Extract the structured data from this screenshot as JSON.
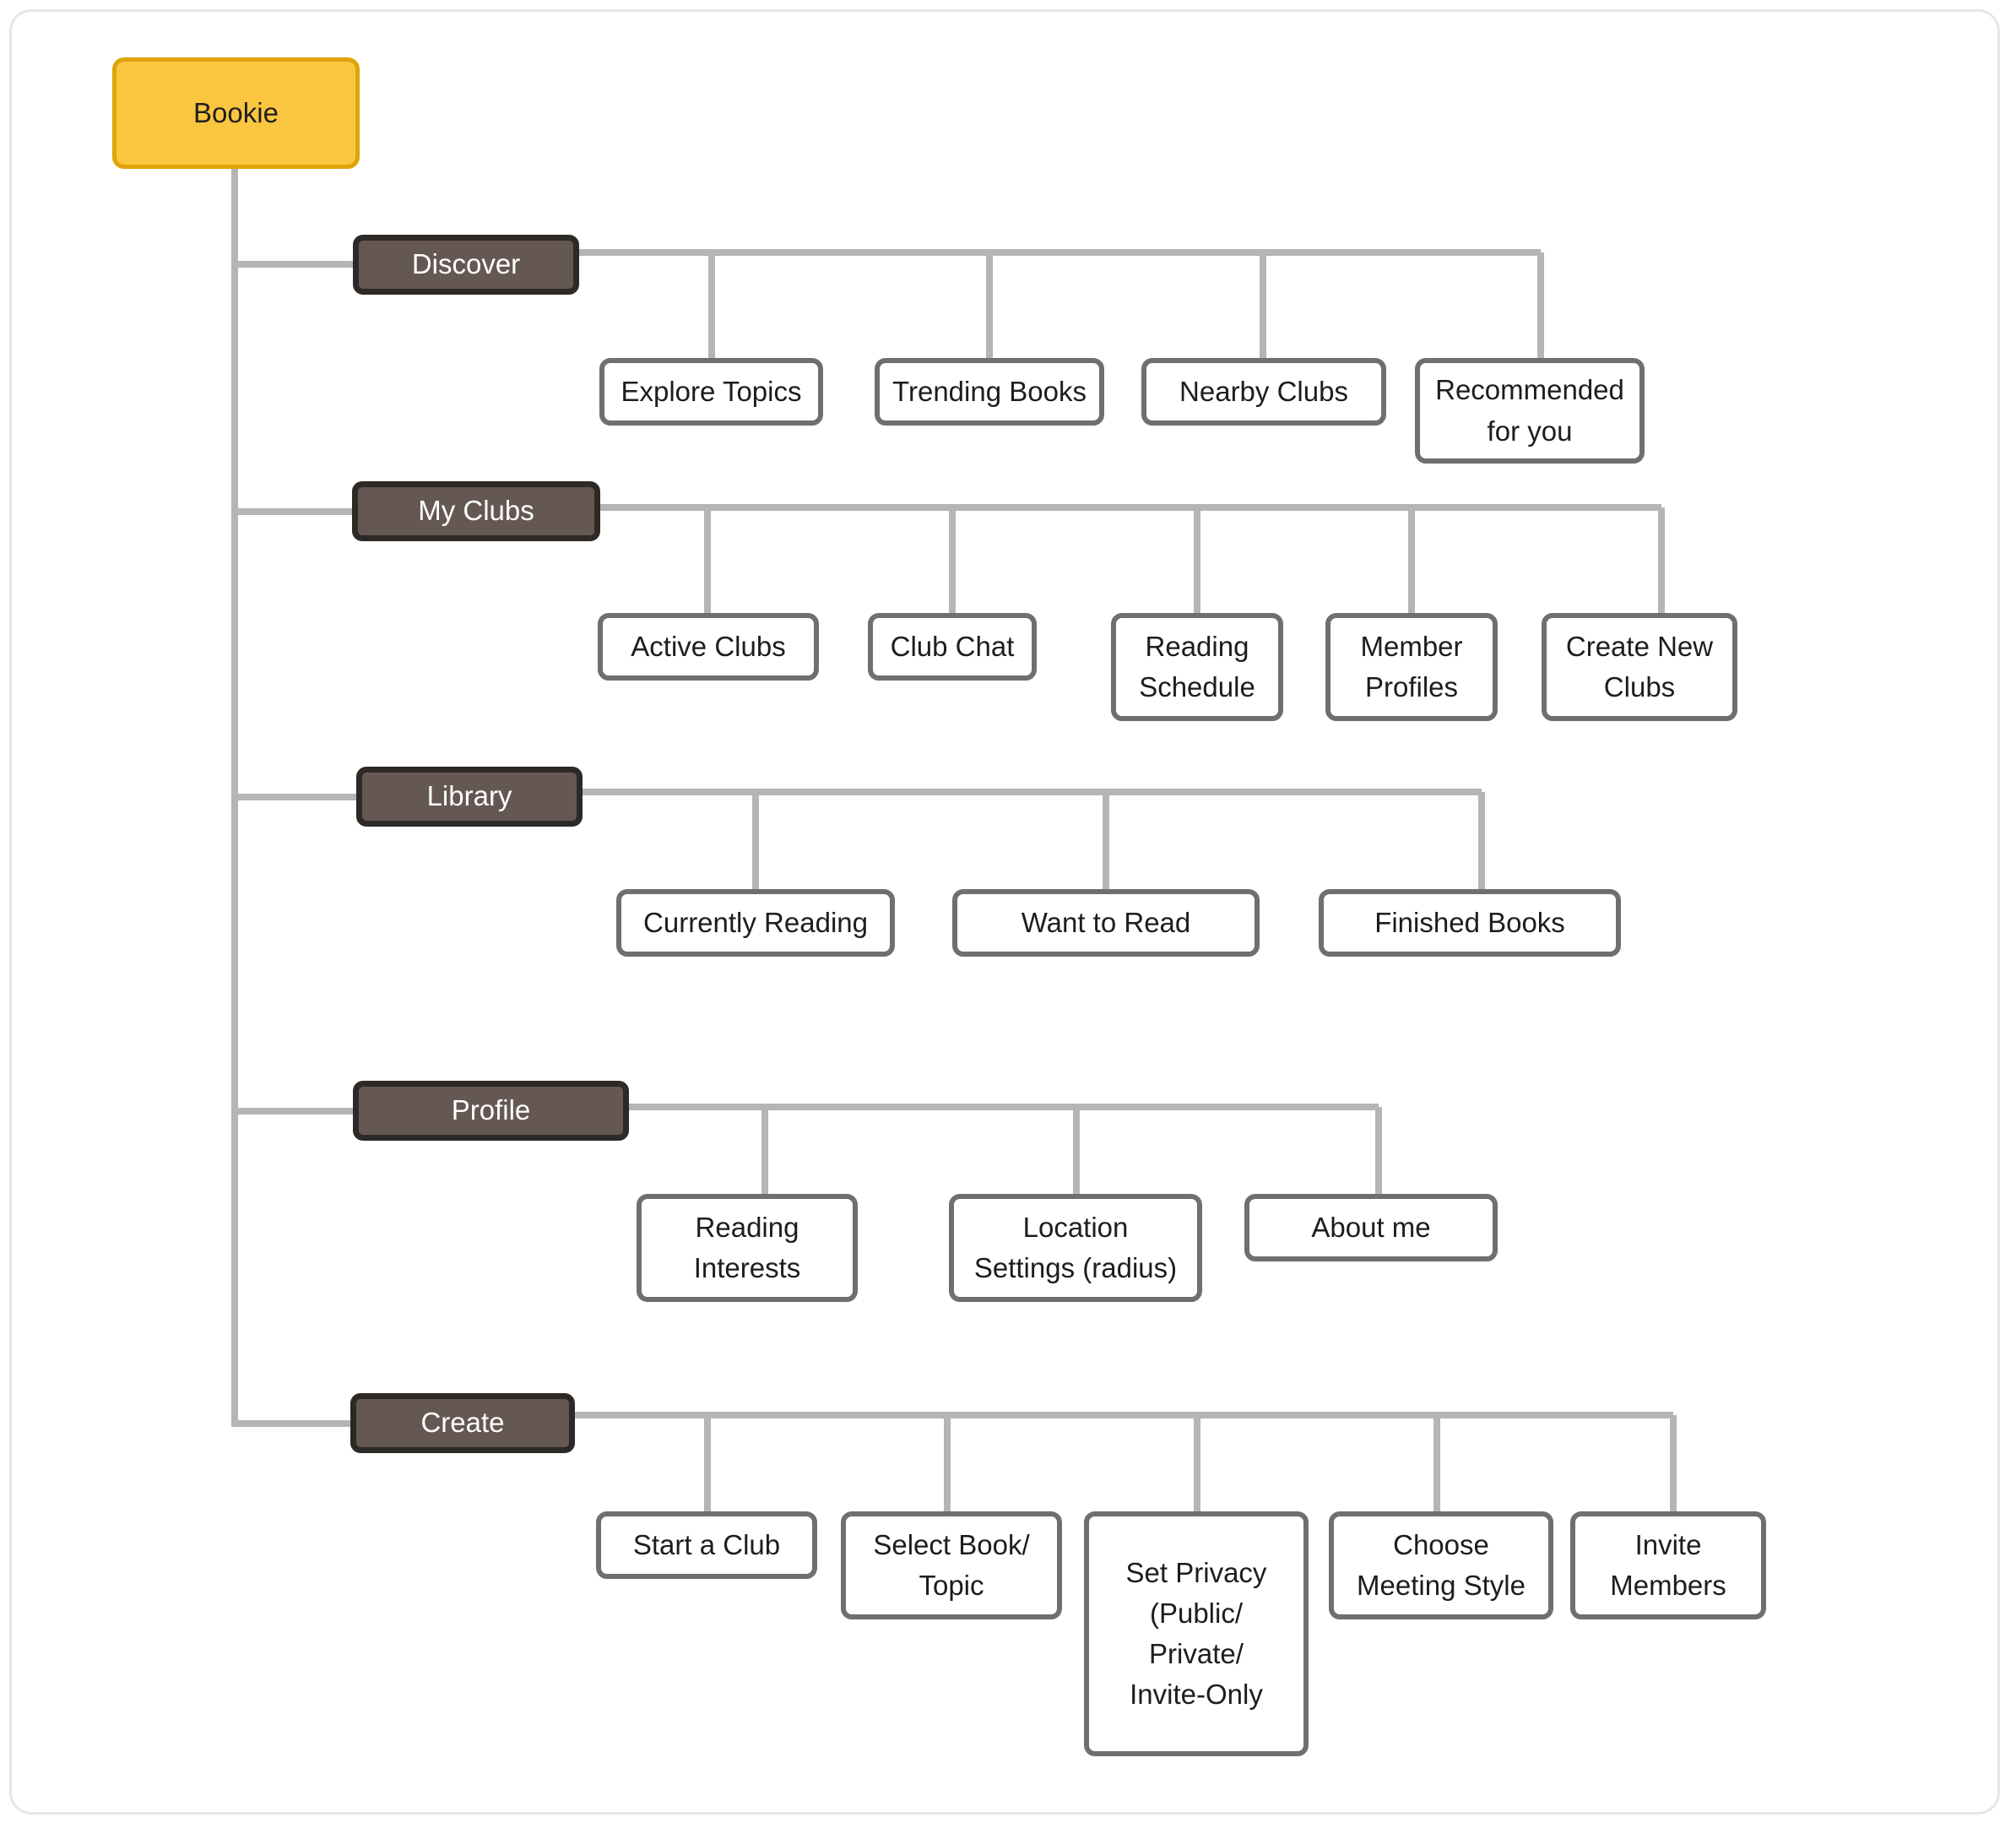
{
  "diagram": {
    "type": "sitemap-tree",
    "title": "Bookie App Sitemap",
    "colors": {
      "root_fill": "#fbc63f",
      "root_border": "#e0a309",
      "section_fill": "#655853",
      "section_border": "#2d2926",
      "leaf_fill": "#ffffff",
      "leaf_border": "#6f6f6f",
      "connector": "#b5b5b5",
      "frame_border": "#e7e7e7",
      "canvas_background": "#ffffff"
    }
  },
  "root": {
    "label": "Bookie"
  },
  "sections": [
    {
      "label": "Discover",
      "children": [
        {
          "label": "Explore Topics"
        },
        {
          "label": "Trending Books"
        },
        {
          "label": "Nearby Clubs"
        },
        {
          "label": "Recommended\nfor you"
        }
      ]
    },
    {
      "label": "My Clubs",
      "children": [
        {
          "label": "Active Clubs"
        },
        {
          "label": "Club Chat"
        },
        {
          "label": "Reading\nSchedule"
        },
        {
          "label": "Member\nProfiles"
        },
        {
          "label": "Create New\nClubs"
        }
      ]
    },
    {
      "label": "Library",
      "children": [
        {
          "label": "Currently Reading"
        },
        {
          "label": "Want to Read"
        },
        {
          "label": "Finished Books"
        }
      ]
    },
    {
      "label": "Profile",
      "children": [
        {
          "label": "Reading\nInterests"
        },
        {
          "label": "Location\nSettings (radius)"
        },
        {
          "label": "About me"
        }
      ]
    },
    {
      "label": "Create",
      "children": [
        {
          "label": "Start a Club"
        },
        {
          "label": "Select Book/\nTopic"
        },
        {
          "label": "Set Privacy\n(Public/\nPrivate/\nInvite-Only"
        },
        {
          "label": "Choose\nMeeting Style"
        },
        {
          "label": "Invite\nMembers"
        }
      ]
    }
  ]
}
